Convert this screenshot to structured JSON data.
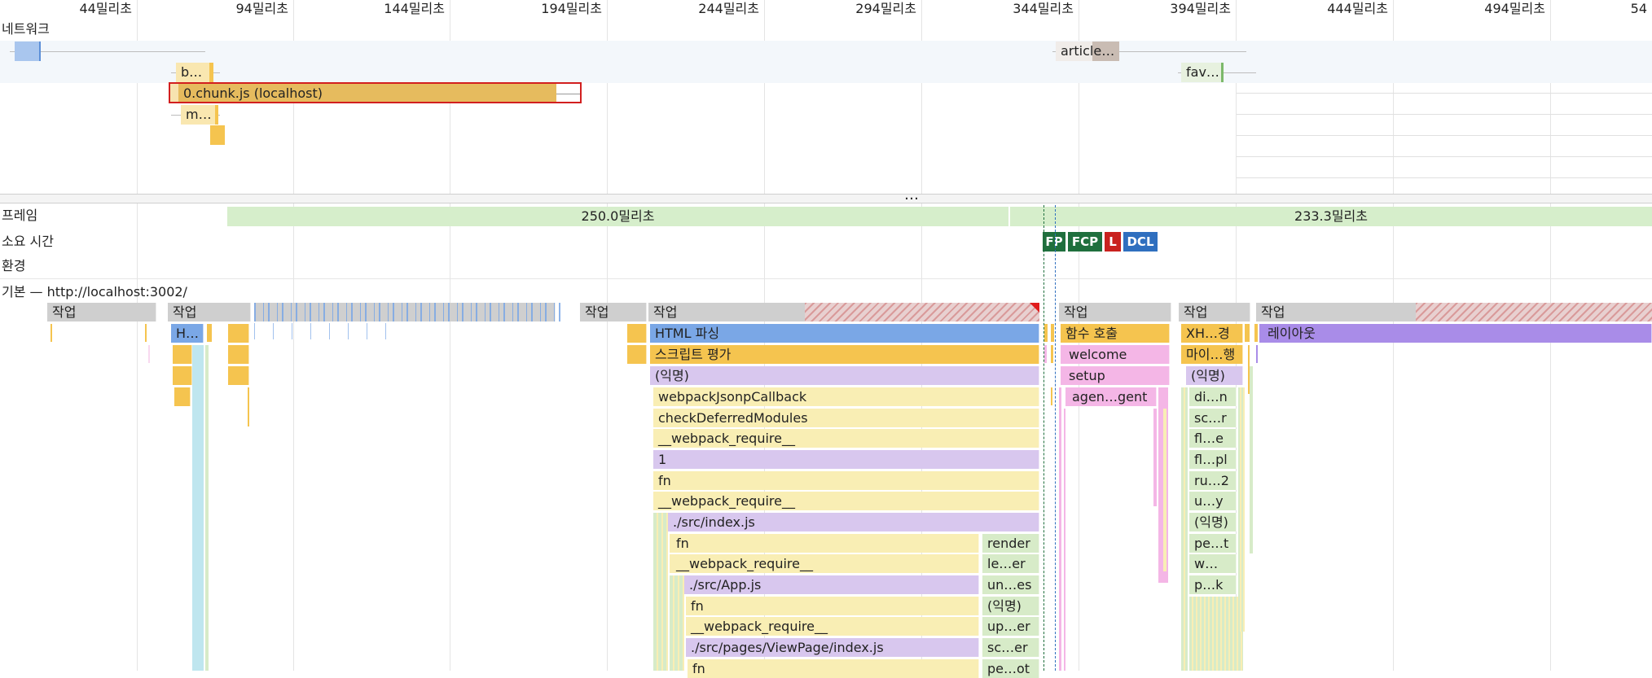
{
  "ruler": {
    "ticks": [
      "44밀리초",
      "94밀리초",
      "144밀리초",
      "194밀리초",
      "244밀리초",
      "294밀리초",
      "344밀리초",
      "394밀리초",
      "444밀리초",
      "494밀리초",
      "54"
    ]
  },
  "network": {
    "label": "네트워크",
    "requests": [
      {
        "label": "",
        "color": "#a9c6ee"
      },
      {
        "label": "b…",
        "color": "#f9e7b0"
      },
      {
        "label": "0.chunk.js (localhost)",
        "color": "#e6bb5e"
      },
      {
        "label": "m…",
        "color": "#f9e7b0"
      },
      {
        "label": "article…",
        "color": "#f0ece9"
      },
      {
        "label": "fav…",
        "color": "#e7f1df"
      }
    ],
    "splitter": "…"
  },
  "tracks": {
    "frames_label": "프레임",
    "frame1": "250.0밀리초",
    "frame2": "233.3밀리초",
    "timings_label": "소요 시간",
    "markers": [
      {
        "label": "FP",
        "color": "#1f6f3d"
      },
      {
        "label": "FCP",
        "color": "#1f6f3d"
      },
      {
        "label": "L",
        "color": "#c9211e"
      },
      {
        "label": "DCL",
        "color": "#2f6fbf"
      }
    ],
    "env_label": "환경",
    "main_label": "기본 — http://localhost:3002/"
  },
  "flame": {
    "task_labels": [
      "작업",
      "작업",
      "작업",
      "작업",
      "작업",
      "작업",
      "작업"
    ],
    "col_a": [
      "HTML 파싱",
      "스크립트 평가",
      "(익명)",
      "webpackJsonpCallback",
      "checkDeferredModules",
      "__webpack_require__",
      "1",
      "fn",
      "__webpack_require__",
      "./src/index.js",
      "fn",
      "__webpack_require__",
      "./src/App.js",
      "fn",
      "__webpack_require__",
      "./src/pages/ViewPage/index.js",
      "fn"
    ],
    "col_a_first": "H…",
    "col_b": [
      "render",
      "le…er",
      "un…es",
      "(익명)",
      "up…er",
      "sc…er",
      "pe…ot"
    ],
    "col_c": [
      "함수 호출",
      "welcome",
      "setup",
      "agen…gent"
    ],
    "col_d": [
      "XH…경",
      "마이…행",
      "(익명)",
      "di…n",
      "sc…r",
      "fl…e",
      "fl…pl",
      "ru…2",
      "u…y",
      "(익명)",
      "pe…t",
      "w…",
      "p…k"
    ],
    "col_e": "레이아웃"
  }
}
